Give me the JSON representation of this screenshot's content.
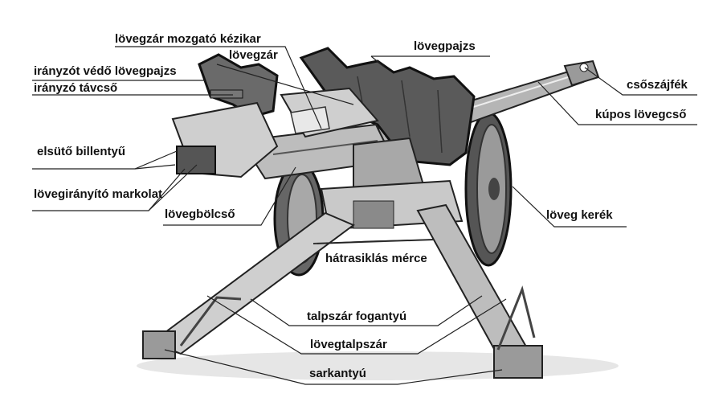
{
  "labels": {
    "lovegzar_mozgato": "lövegzár mozgató kézikar",
    "lovegzar": "lövegzár",
    "iranyzot_vedo": "irányzót védő lövegpajzs",
    "iranyzo_tavcso": "irányzó távcső",
    "elsuto_billentyu": "elsütő billentyű",
    "lovegiranyito_markolat": "lövegirányító markolat",
    "lovegbolcso": "lövegbölcső",
    "lovegpajzs": "lövegpajzs",
    "csoszajfek": "csőszájfék",
    "kupos_lovegcso": "kúpos lövegcső",
    "loveg_kerek": "löveg kerék",
    "hatrasiklas_merce": "hátrasiklás mérce",
    "talpszar_fogantyu": "talpszár fogantyú",
    "lovegtalpszar": "lövegtalpszár",
    "sarkantyu": "sarkantyú"
  }
}
